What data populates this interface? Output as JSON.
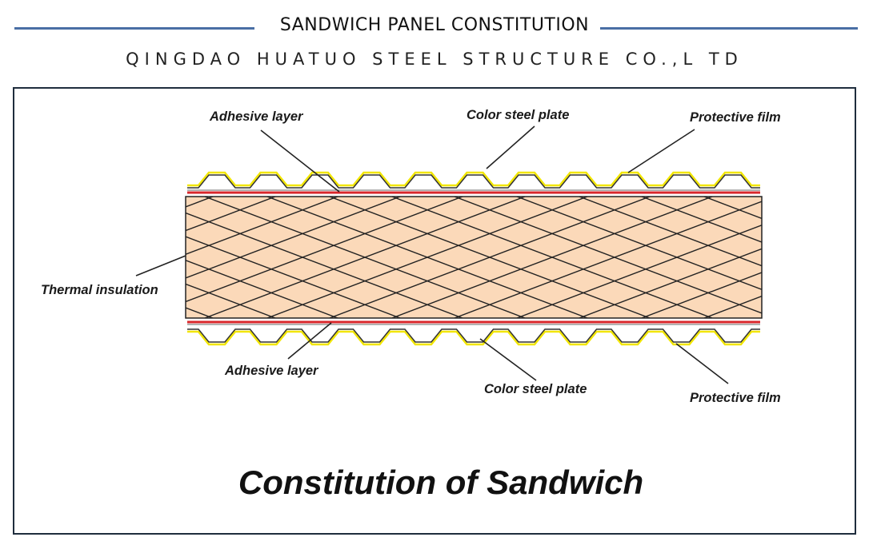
{
  "header": {
    "title": "SANDWICH PANEL CONSTITUTION",
    "subtitle": "QINGDAO HUATUO STEEL STRUCTURE CO.,L TD"
  },
  "diagram": {
    "labels": {
      "adhesive_top": "Adhesive layer",
      "steel_top": "Color steel plate",
      "film_top": "Protective film",
      "thermal": "Thermal insulation",
      "adhesive_bottom": "Adhesive layer",
      "steel_bottom": "Color steel plate",
      "film_bottom": "Protective film"
    },
    "caption": "Constitution of Sandwich"
  },
  "colors": {
    "accent_rule": "#4a6fa5",
    "core_fill": "#fbd9b9",
    "adhesive_red": "#d9262b",
    "film_yellow": "#f2e600",
    "frame": "#1f2d3d"
  }
}
